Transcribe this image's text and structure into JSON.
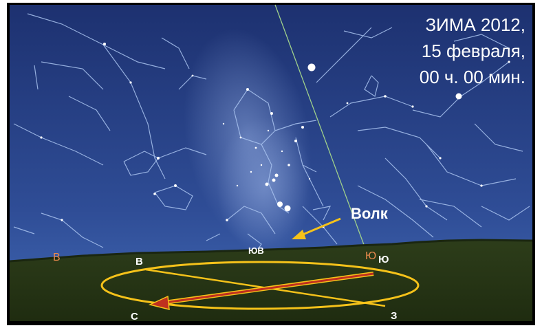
{
  "caption": {
    "line1": "ЗИМА 2012,",
    "line2": "15 февраля,",
    "line3": "00 ч. 00 мин."
  },
  "annotation": {
    "label": "Волк"
  },
  "sky_labels": {
    "east": "В",
    "southeast": "ЮВ",
    "south": "Ю"
  },
  "horizon_circle_labels": {
    "east": "В",
    "south": "Ю",
    "north": "С",
    "west": "З"
  },
  "colors": {
    "sky_top": "#1f3477",
    "sky_bottom": "#3e63b0",
    "ground": "#2a3a18",
    "ellipse": "#f5c21a",
    "pointer_arrow": "#f5c21a",
    "meridian_arrow": "#c0301f",
    "caption_text": "#ffffff",
    "orange_label": "#e98a4d"
  }
}
